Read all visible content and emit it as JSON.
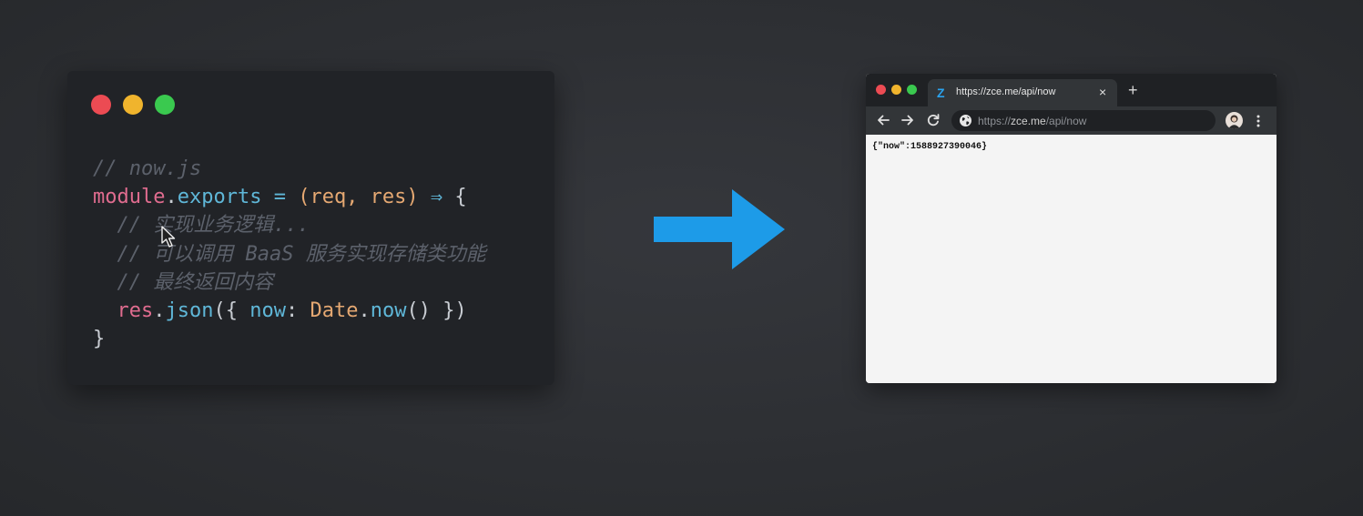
{
  "code_window": {
    "traffic_lights": {
      "close": "#ec4b53",
      "minimize": "#f0b42d",
      "zoom": "#3ac94f"
    },
    "lines": [
      "// now.js",
      "module.exports = (req, res) ⇒ {",
      "// 实现业务逻辑...",
      "// 可以调用 BaaS 服务实现存储类功能",
      "// 最终返回内容",
      "res.json({ now: Date.now() })",
      "}"
    ],
    "tokens": {
      "module": "module",
      "dot1": ".",
      "exports": "exports",
      "eq": " = ",
      "params": "(req, res) ",
      "arrow": "⇒",
      "brace_open": " {",
      "res": "res",
      "dot2": ".",
      "json": "json",
      "paren_obj": "({ ",
      "now_key": "now",
      "colon": ": ",
      "date": "Date",
      "dot3": ".",
      "now_fn": "now",
      "call_close": "() })"
    }
  },
  "arrow": {
    "color": "#1d9be8",
    "icon": "right-arrow-icon"
  },
  "browser": {
    "traffic_lights": {
      "close": "#ec4b53",
      "minimize": "#f0b42d",
      "zoom": "#3ac94f"
    },
    "tab": {
      "favicon": "Z",
      "title": "https://zce.me/api/now",
      "close": "×"
    },
    "new_tab": "+",
    "address": {
      "scheme": "https://",
      "host": "zce.me",
      "path": "/api/now"
    },
    "page_text": "{\"now\":1588927390046}"
  }
}
